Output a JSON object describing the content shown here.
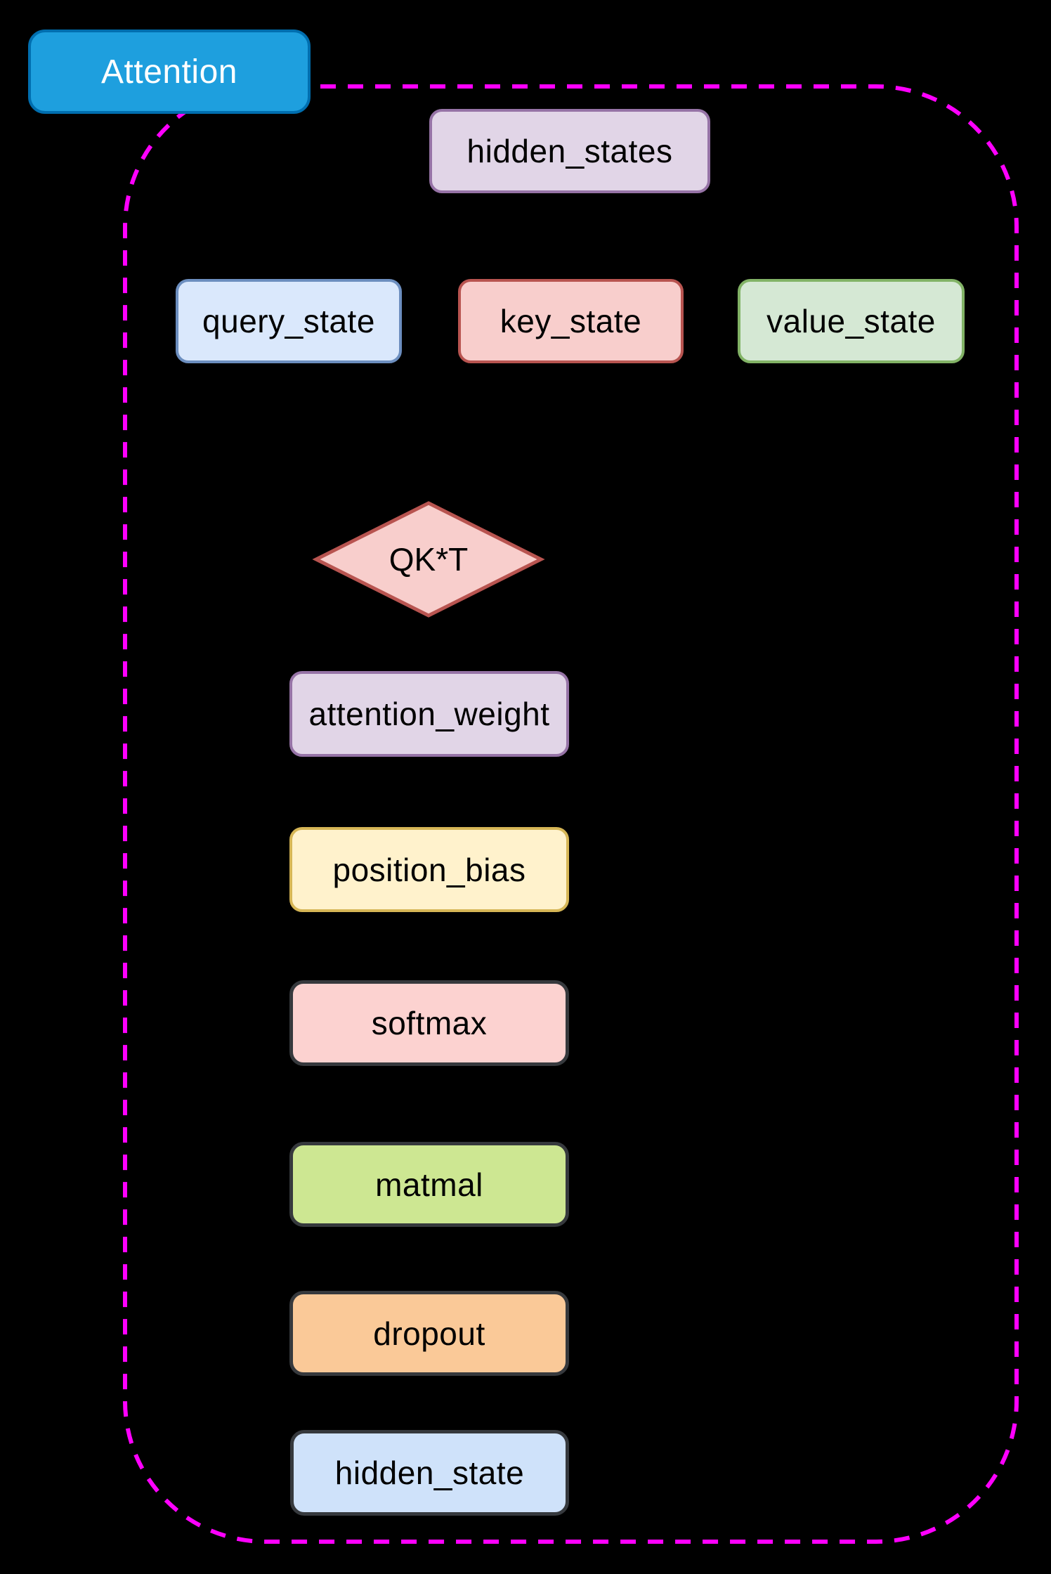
{
  "diagram": {
    "module": {
      "label": "Attention",
      "boundary_color": "#ff00ff",
      "boundary_style": "dashed"
    },
    "nodes": [
      {
        "id": "attention",
        "label": "Attention",
        "shape": "rounded-rect",
        "fill": "#1e9fde",
        "border": "#006eaf",
        "text": "#ffffff"
      },
      {
        "id": "hidden_states",
        "label": "hidden_states",
        "shape": "rounded-rect",
        "fill": "#e1d5e7",
        "border": "#9673a6",
        "text": "#000000"
      },
      {
        "id": "query_state",
        "label": "query_state",
        "shape": "rounded-rect",
        "fill": "#dae8fc",
        "border": "#6c8ebf",
        "text": "#000000"
      },
      {
        "id": "key_state",
        "label": "key_state",
        "shape": "rounded-rect",
        "fill": "#f8cecc",
        "border": "#b85450",
        "text": "#000000"
      },
      {
        "id": "value_state",
        "label": "value_state",
        "shape": "rounded-rect",
        "fill": "#d5e8d4",
        "border": "#82b366",
        "text": "#000000"
      },
      {
        "id": "qkt",
        "label": "QK*T",
        "shape": "diamond",
        "fill": "#f8cecc",
        "border": "#b85450",
        "text": "#000000"
      },
      {
        "id": "attention_weight",
        "label": "attention_weight",
        "shape": "rounded-rect",
        "fill": "#e1d5e7",
        "border": "#9673a6",
        "text": "#000000"
      },
      {
        "id": "position_bias",
        "label": "position_bias",
        "shape": "rounded-rect",
        "fill": "#fff2cc",
        "border": "#d6b656",
        "text": "#000000"
      },
      {
        "id": "softmax",
        "label": "softmax",
        "shape": "rounded-rect",
        "fill": "#fcd2d0",
        "border": "#36393d",
        "text": "#000000"
      },
      {
        "id": "matmal",
        "label": "matmal",
        "shape": "rounded-rect",
        "fill": "#cde792",
        "border": "#36393d",
        "text": "#000000"
      },
      {
        "id": "dropout",
        "label": "dropout",
        "shape": "rounded-rect",
        "fill": "#fac998",
        "border": "#36393d",
        "text": "#000000"
      },
      {
        "id": "hidden_state",
        "label": "hidden_state",
        "shape": "rounded-rect",
        "fill": "#cfe2fa",
        "border": "#36393d",
        "text": "#000000"
      }
    ]
  }
}
